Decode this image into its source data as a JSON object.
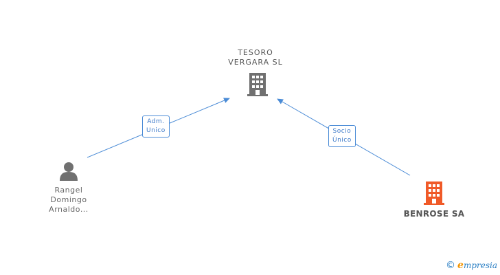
{
  "nodes": {
    "tesoro": {
      "label": "TESORO\nVERGARA SL",
      "icon": "building-icon",
      "color": "#707070"
    },
    "rangel": {
      "label": "Rangel\nDomingo\nArnaldo...",
      "icon": "person-icon",
      "color": "#707070"
    },
    "benrose": {
      "label": "BENROSE SA",
      "icon": "building-icon",
      "color": "#f05a28"
    }
  },
  "edges": [
    {
      "from": "rangel",
      "to": "tesoro",
      "label": "Adm.\nUnico"
    },
    {
      "from": "benrose",
      "to": "tesoro",
      "label": "Socio\nÚnico"
    }
  ],
  "colors": {
    "edge": "#4a8bd6"
  },
  "footer": {
    "copyright": "©",
    "brand_initial": "e",
    "brand_rest": "mpresia"
  }
}
